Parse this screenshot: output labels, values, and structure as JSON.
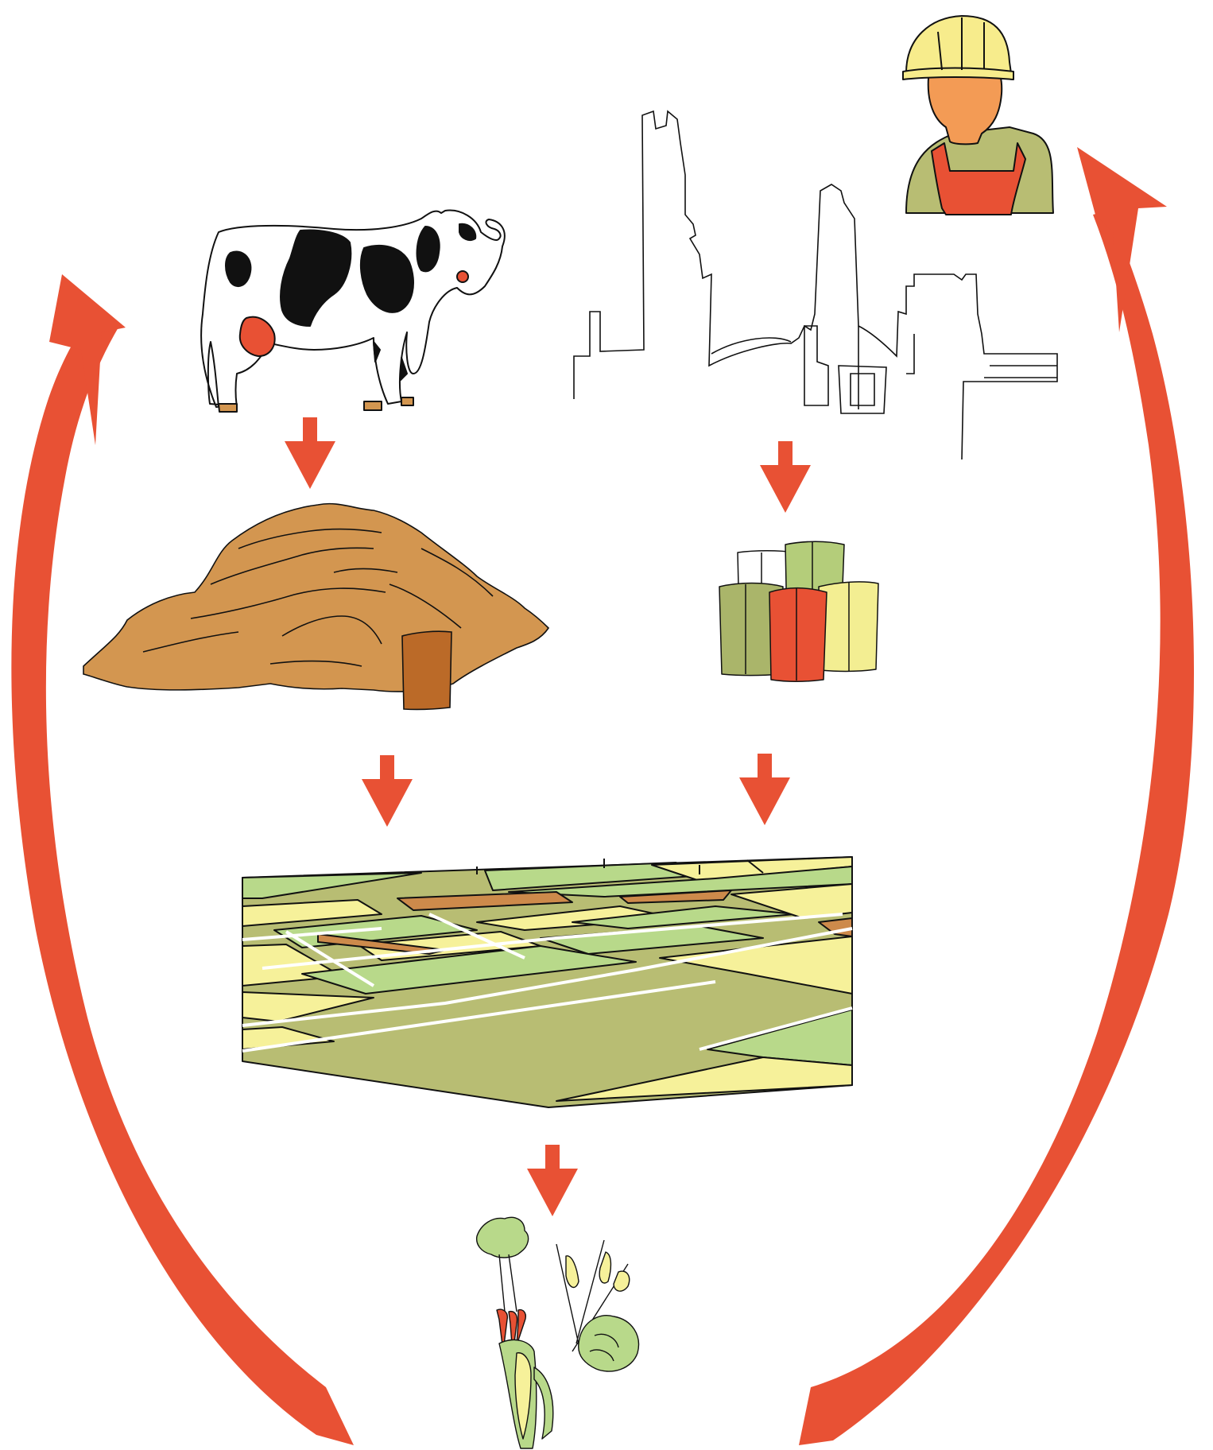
{
  "diagram": {
    "colors": {
      "arrow": "#e85134",
      "outline": "#111111",
      "manure": "#d39650",
      "manure_bag": "#bb6a28",
      "field_light_green": "#b8d98a",
      "field_olive": "#b8bd73",
      "field_yellow": "#f6f19a",
      "field_brown": "#cd8a4b",
      "bag_green": "#b4cd7a",
      "bag_olive": "#aab56a",
      "bag_red": "#e85134",
      "bag_yellow": "#f3ee92",
      "skin": "#f39b55",
      "helmet": "#f7ec8c",
      "shirt": "#b8bd73",
      "cow_udder": "#e85134",
      "cow_hoof": "#d39650"
    },
    "nodes": [
      {
        "id": "cow",
        "icon": "dairy-cow-icon"
      },
      {
        "id": "factory",
        "icon": "fertilizer-factory-icon"
      },
      {
        "id": "worker",
        "icon": "factory-worker-icon"
      },
      {
        "id": "manure",
        "icon": "manure-pile-icon"
      },
      {
        "id": "fertilizer",
        "icon": "fertilizer-bags-icon"
      },
      {
        "id": "fields",
        "icon": "farm-fields-icon"
      },
      {
        "id": "crops",
        "icon": "crops-icon"
      }
    ],
    "flows": [
      {
        "from": "cow",
        "to": "manure"
      },
      {
        "from": "factory",
        "to": "fertilizer"
      },
      {
        "from": "manure",
        "to": "fields"
      },
      {
        "from": "fertilizer",
        "to": "fields"
      },
      {
        "from": "fields",
        "to": "crops"
      },
      {
        "from": "crops",
        "to": "cow"
      },
      {
        "from": "crops",
        "to": "worker"
      }
    ]
  }
}
